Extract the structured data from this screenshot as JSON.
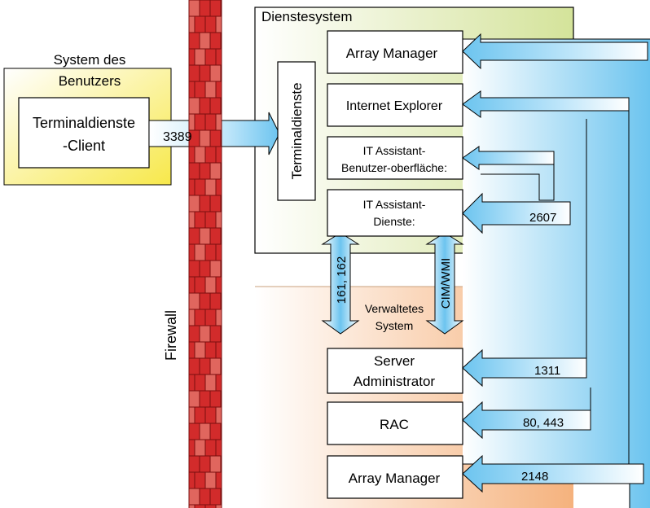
{
  "user_system": {
    "title_line1": "System des",
    "title_line2": "Benutzers",
    "client_line1": "Terminaldienste",
    "client_line2": "-Client"
  },
  "ports": {
    "rdp": "3389",
    "snmp": "161, 162",
    "cim": "CIM/WMI",
    "ita": "2607",
    "omsa": "1311",
    "rac": "80, 443",
    "array": "2148"
  },
  "firewall": {
    "label": "Firewall"
  },
  "service_system": {
    "title": "Dienstesystem",
    "terminal_services": "Terminaldienste",
    "array_manager": "Array Manager",
    "internet_explorer": "Internet Explorer",
    "ita_ui_line1": "IT Assistant-",
    "ita_ui_line2": "Benutzer-oberfläche:",
    "ita_services_line1": "IT Assistant-",
    "ita_services_line2": "Dienste:"
  },
  "managed_system": {
    "title_line1": "Verwaltetes",
    "title_line2": "System",
    "server_admin_line1": "Server",
    "server_admin_line2": "Administrator",
    "rac": "RAC",
    "array_manager": "Array Manager"
  },
  "colors": {
    "user_system_fill": "#f7e84a",
    "service_system_fill": "#d4e39a",
    "managed_system_fill": "#f5b27d",
    "arrow_fill": "#6cc4ef",
    "brick": "#d22b2b"
  }
}
